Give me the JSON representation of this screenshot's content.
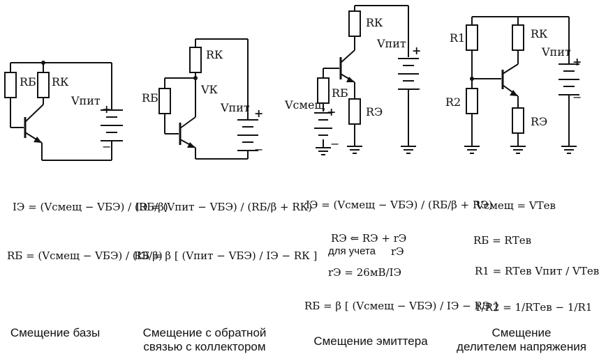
{
  "circuits": [
    {
      "caption": "Смещение базы",
      "labels": {
        "rb": "RБ",
        "rk": "RК",
        "vsupply": "Vпит",
        "plus": "+",
        "minus": "−"
      },
      "equations": [
        "IЭ = (Vсмещ − VБЭ) / (RБ/β)",
        "RБ = (Vсмещ − VБЭ) / (IЭ/β)"
      ]
    },
    {
      "caption_line1": "Смещение с обратной",
      "caption_line2": "связью с коллектором",
      "labels": {
        "rb": "RБ",
        "rk": "RК",
        "vk": "VК",
        "vsupply": "Vпит",
        "plus": "+",
        "minus": "−"
      },
      "equations": [
        "IЭ = (Vпит − VБЭ) / (RБ/β + RК)",
        "RБ = β [ (Vпит − VБЭ) / IЭ − RК ]"
      ]
    },
    {
      "caption": "Смещение эмиттера",
      "labels": {
        "rk": "RК",
        "rb": "RБ",
        "re": "RЭ",
        "vbias": "Vсмещ",
        "vsupply": "Vпит",
        "plus": "+",
        "minus": "−"
      },
      "equations": [
        "IЭ = (Vсмещ − VБЭ) / (RБ/β + RЭ)",
        "RЭ ⇐ RЭ + rЭ",
        "для учета",
        "rЭ",
        "rЭ = 26мВ/IЭ",
        "RБ = β [ (Vсмещ − VБЭ) / IЭ − RЭ ]"
      ]
    },
    {
      "caption_line1": "Смещение",
      "caption_line2": "делителем напряжения",
      "labels": {
        "r1": "R1",
        "r2": "R2",
        "rk": "RК",
        "re": "RЭ",
        "vsupply": "Vпит",
        "plus": "+",
        "minus": "−"
      },
      "equations": [
        "Vсмещ = VТев",
        "RБ = RТев",
        "R1 = RТев Vпит / VТев",
        "1/R2 = 1/RТев − 1/R1"
      ]
    }
  ]
}
